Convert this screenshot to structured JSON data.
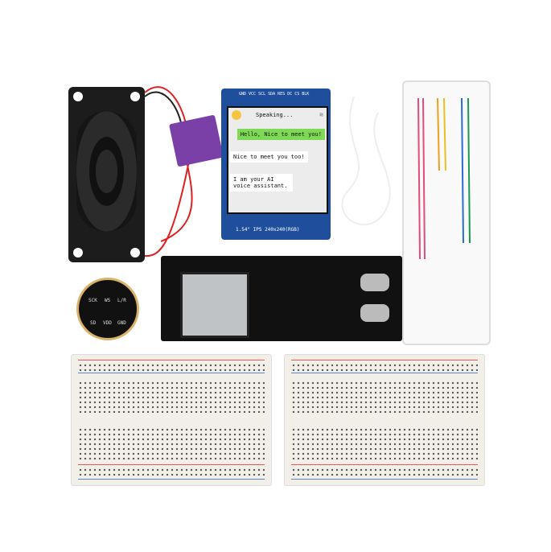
{
  "display": {
    "pin_labels": "GND VCC SCL SDA RES DC CS BLK",
    "status": "Speaking...",
    "message_out": "Hello, Nice to meet you!",
    "message_in_1": "Nice to meet you too!",
    "message_in_2": "I am your AI voice assistant.",
    "model_label": "1.54\" IPS 240x240(RGB)",
    "accent_green": "#7ed957",
    "pcb_blue": "#1f4f9c"
  },
  "microphone": {
    "labels": [
      "SCK",
      "WS",
      "L/R",
      "SD",
      "VDD",
      "GND"
    ]
  },
  "colors": {
    "amp_purple": "#7b3fa8",
    "mic_gold": "#d8b36a",
    "wire_red": "#e02020"
  }
}
